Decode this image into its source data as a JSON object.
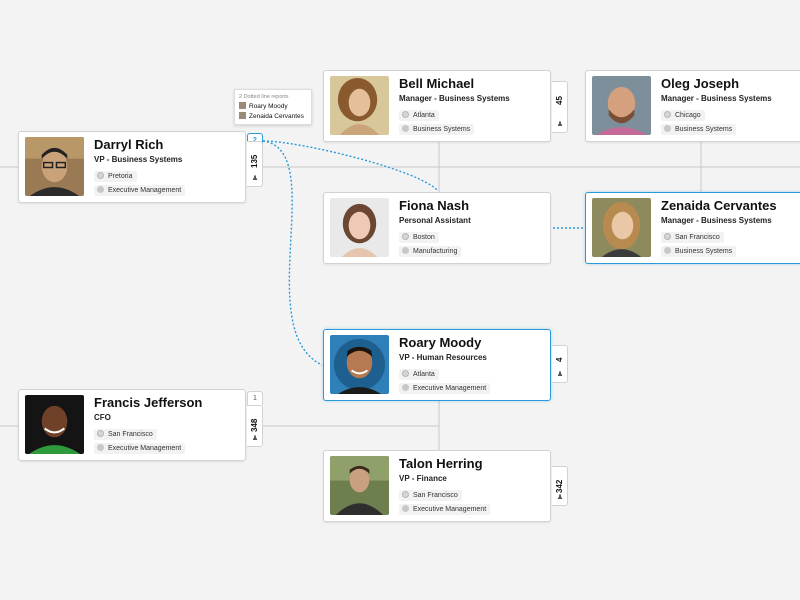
{
  "colors": {
    "selected": "#2a9ad8",
    "connector": "#c8c8c8",
    "dotted": "#2a9ad8"
  },
  "popup": {
    "header": "2 Dotted line reports",
    "items": [
      "Roary Moody",
      "Zenaida Cervantes"
    ]
  },
  "cards": [
    {
      "id": "darryl",
      "name": "Darryl Rich",
      "title": "VP - Business Systems",
      "location": "Pretoria",
      "department": "Executive Management",
      "count": "135",
      "dotted_count": "2"
    },
    {
      "id": "bell",
      "name": "Bell Michael",
      "title": "Manager - Business Systems",
      "location": "Atlanta",
      "department": "Business Systems",
      "count": "45"
    },
    {
      "id": "oleg",
      "name": "Oleg Joseph",
      "title": "Manager - Business Systems",
      "location": "Chicago",
      "department": "Business Systems"
    },
    {
      "id": "fiona",
      "name": "Fiona Nash",
      "title": "Personal Assistant",
      "location": "Boston",
      "department": "Manufacturing"
    },
    {
      "id": "zenaida",
      "name": "Zenaida Cervantes",
      "title": "Manager - Business Systems",
      "location": "San Francisco",
      "department": "Business Systems"
    },
    {
      "id": "roary",
      "name": "Roary Moody",
      "title": "VP - Human Resources",
      "location": "Atlanta",
      "department": "Executive Management",
      "count": "4"
    },
    {
      "id": "francis",
      "name": "Francis Jefferson",
      "title": "CFO",
      "location": "San Francisco",
      "department": "Executive Management",
      "count": "348",
      "dotted_count": "1"
    },
    {
      "id": "talon",
      "name": "Talon Herring",
      "title": "VP - Finance",
      "location": "San Francisco",
      "department": "Executive Management",
      "count": "342"
    }
  ]
}
